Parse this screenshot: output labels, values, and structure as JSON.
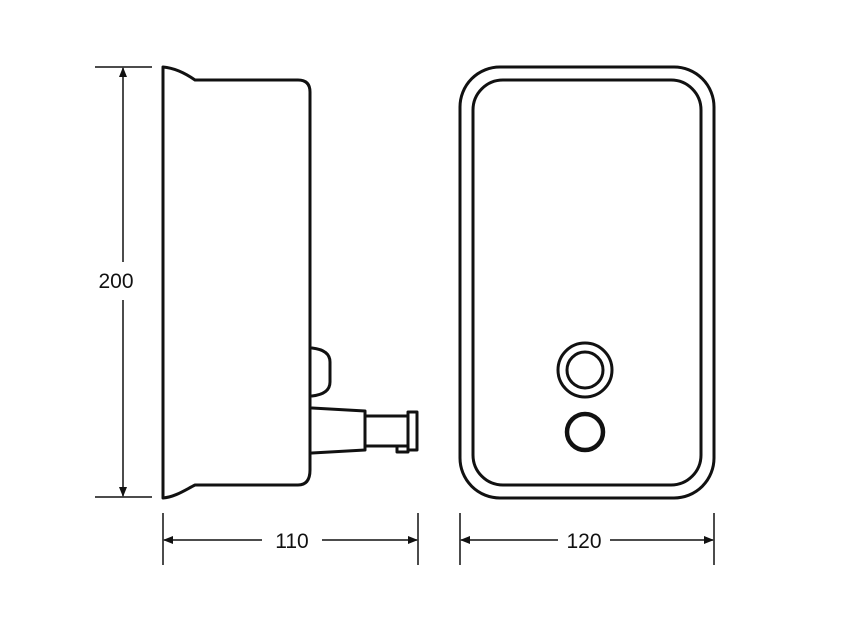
{
  "dimensions": {
    "height": "200",
    "side_depth": "110",
    "front_width": "120"
  },
  "colors": {
    "line": "#111111",
    "background": "#ffffff"
  }
}
